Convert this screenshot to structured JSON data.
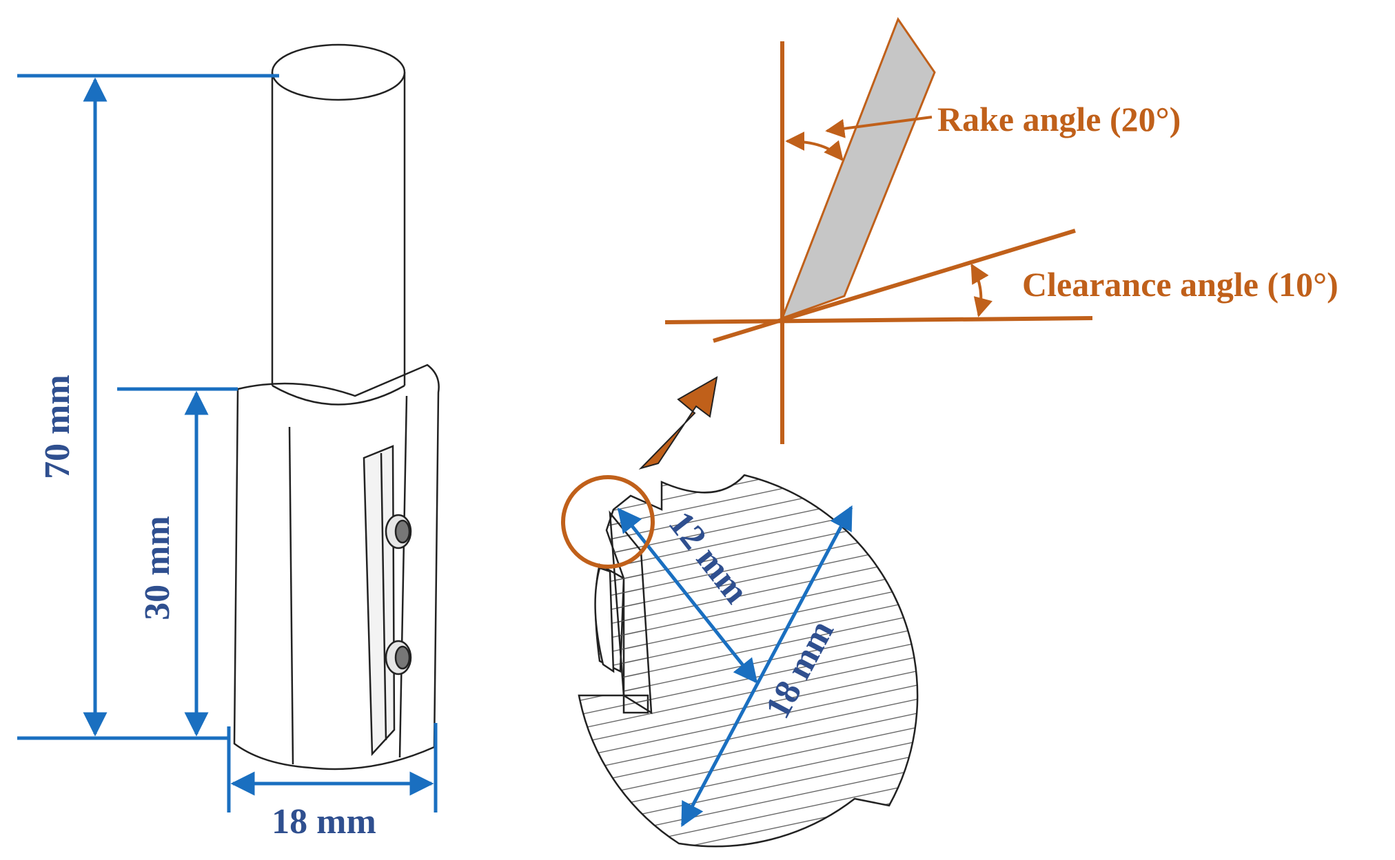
{
  "colors": {
    "dimension_blue": "#1a6fc0",
    "dimension_text": "#2f4f8f",
    "angle_orange": "#c0601a",
    "blade_gray": "#c6c6c6",
    "outline": "#222222"
  },
  "tool": {
    "overall_length": "70 mm",
    "cutting_length": "30 mm",
    "diameter": "18 mm"
  },
  "cross_section": {
    "radius_label": "12 mm",
    "diameter_label": "18 mm"
  },
  "detail": {
    "rake_angle": "Rake angle (20°)",
    "clearance_angle": "Clearance angle (10°)"
  }
}
